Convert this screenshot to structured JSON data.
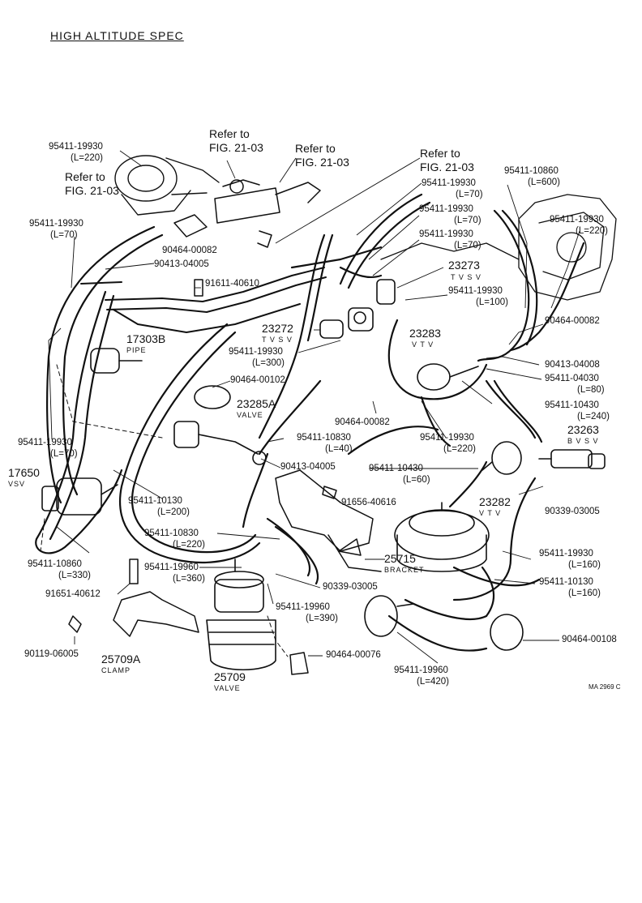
{
  "title": "HIGH ALTITUDE SPEC",
  "refer": {
    "a": "Refer to",
    "b": "FIG. 21-03"
  },
  "labels": {
    "p1": "95411-19930",
    "p1l": "(L=220)",
    "p2": "95411-19930",
    "p2l": "(L=70)",
    "p3": "90413-04005",
    "p4": "90464-00082",
    "p5": "95411-19930",
    "p5l": "(L=70)",
    "p6": "95411-19930",
    "p6l": "(L=70)",
    "p7": "95411-19930",
    "p7l": "(L=70)",
    "p8": "95411-10860",
    "p8l": "(L=600)",
    "p9": "95411-19930",
    "p9l": "(L=220)",
    "p10": "23273",
    "p10s": "T V S V",
    "p11": "95411-19930",
    "p11l": "(L=100)",
    "p12": "91611-40610",
    "p13": "17303B",
    "p13s": "PIPE",
    "p14": "23272",
    "p14s": "T V S V",
    "p15": "95411-19930",
    "p15l": "(L=300)",
    "p16": "23283",
    "p16s": "V T V",
    "p17": "90464-00082",
    "p18": "90413-04008",
    "p19": "95411-04030",
    "p19l": "(L=80)",
    "p20": "90464-00102",
    "p21": "23285A",
    "p21s": "VALVE",
    "p22": "90464-00082",
    "p23": "95411-10430",
    "p23l": "(L=240)",
    "p24": "23263",
    "p24s": "B V S V",
    "p25": "95411-19930",
    "p25l": "(L=70)",
    "p26": "95411-10830",
    "p26l": "(L=40)",
    "p27": "95411-19930",
    "p27l": "(L=220)",
    "p28": "17650",
    "p28s": "VSV",
    "p29": "90413-04005",
    "p30": "95411-10430",
    "p30l": "(L=60)",
    "p31": "95411-10130",
    "p31l": "(L=200)",
    "p32": "91656-40616",
    "p33": "23282",
    "p33s": "V T V",
    "p34": "90339-03005",
    "p35": "95411-10830",
    "p35l": "(L=220)",
    "p36": "95411-10860",
    "p36l": "(L=330)",
    "p37": "25715",
    "p37s": "BRACKET",
    "p38": "95411-19960",
    "p38l": "(L=360)",
    "p39": "95411-19930",
    "p39l": "(L=160)",
    "p40": "90339-03005",
    "p41": "95411-10130",
    "p41l": "(L=160)",
    "p42": "91651-40612",
    "p43": "95411-19960",
    "p43l": "(L=390)",
    "p44": "90464-00108",
    "p45": "90119-06005",
    "p46": "25709A",
    "p46s": "CLAMP",
    "p47": "90464-00076",
    "p48": "95411-19960",
    "p48l": "(L=420)",
    "p49": "25709",
    "p49s": "VALVE"
  },
  "code": "MA 2969 C"
}
